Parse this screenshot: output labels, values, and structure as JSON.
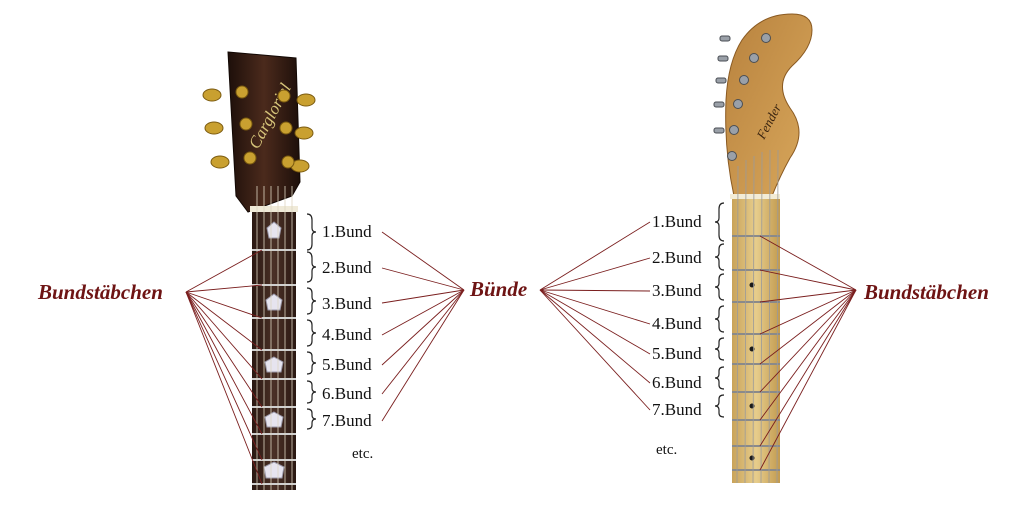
{
  "left_labels": {
    "frets": [
      "1.Bund",
      "2.Bund",
      "3.Bund",
      "4.Bund",
      "5.Bund",
      "6.Bund",
      "7.Bund"
    ],
    "etc": "etc.",
    "bundstaebchen": "Bundstäbchen"
  },
  "center_label": "Bünde",
  "right_labels": {
    "frets": [
      "1.Bund",
      "2.Bund",
      "3.Bund",
      "4.Bund",
      "5.Bund",
      "6.Bund",
      "7.Bund"
    ],
    "etc": "etc.",
    "bundstaebchen": "Bundstäbchen"
  },
  "headstock_logo_acoustic": "Cargloriel",
  "headstock_logo_electric": "Fender",
  "colors": {
    "leader_line": "#7a1e1e",
    "label_text": "#6e1414",
    "rosewood": "#3a241c",
    "maple": "#d9b56a"
  }
}
